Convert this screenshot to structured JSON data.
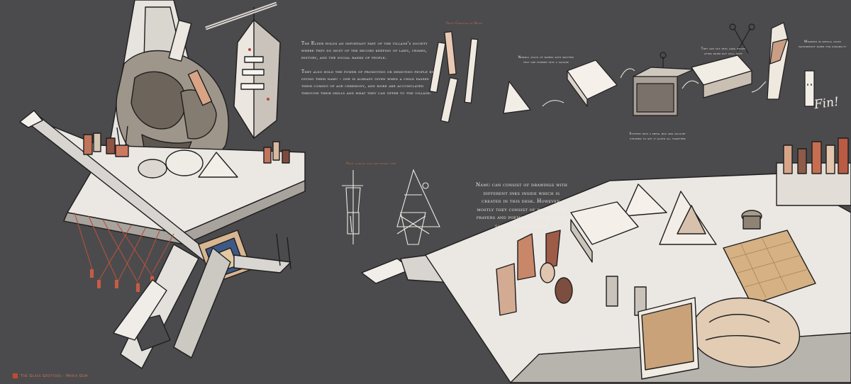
{
  "elder_text": {
    "para1": "The Elder holds an important part of the village's society where they do most of the record keeping of laws, crimes, history, and the social ranks of people.",
    "para2": "They also hold the power of promoting or demoting people by giving them namu - one is already given when a child passes their coming of age ceremony, and more are accumulated through their skills and what they can offer to the village."
  },
  "namu_process": {
    "title": "Price Creation of Namu",
    "step1": "Normal stack of papers with written text are formed into a square",
    "step2": "Stuffed into a metal box and vacuum-steamed to get it glued all together",
    "step3": "They are cut into long pieces after dried but still soft",
    "step4": "Wrapped in special oiled waterproof paper for durability",
    "fin": "Fin!"
  },
  "candle_caption": "Price candle side and front view",
  "namu_text": "Namu can consist of drawings with different inks inside which is created in this desk. However, mostly they consist of writings of prayers and poems for the people's safety in the village",
  "credit": "The Glass Grottoes - Maria Gom",
  "colors": {
    "background": "#4b4b4d",
    "accent": "#c86a4d",
    "paper": "#f1ece4"
  }
}
